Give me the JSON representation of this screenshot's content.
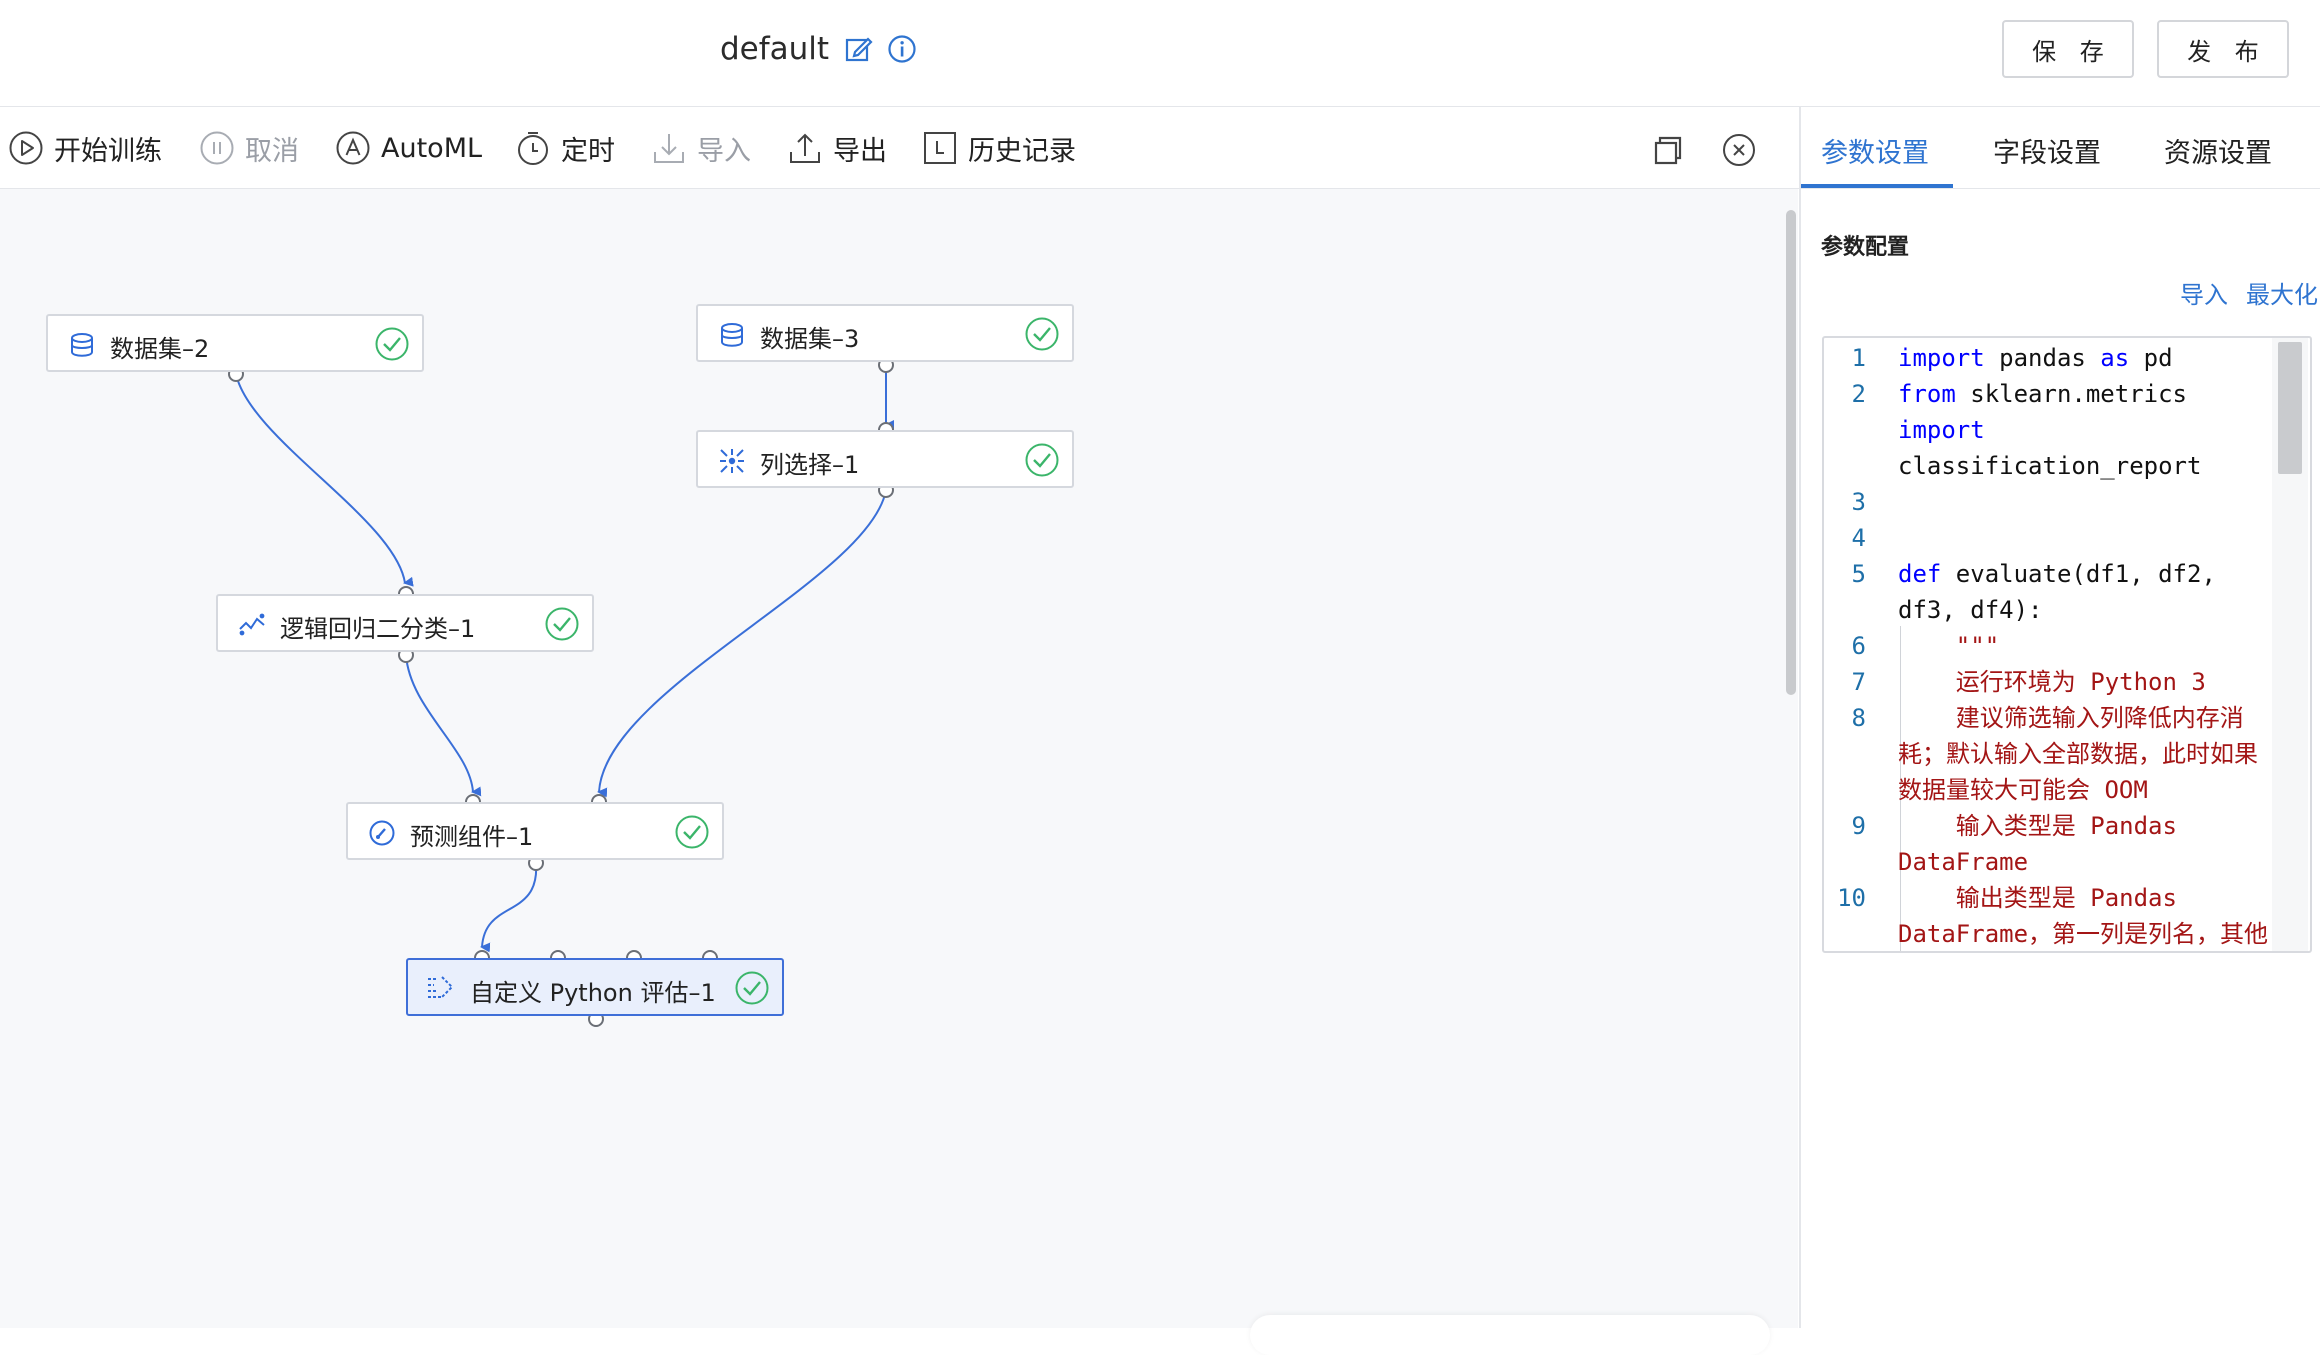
{
  "header": {
    "project_name": "default",
    "edit_icon": "edit-icon",
    "info_icon": "info-icon",
    "save_label": "保 存",
    "publish_label": "发 布"
  },
  "toolbar": {
    "items": [
      {
        "label": "开始训练",
        "icon": "play-circle-icon",
        "enabled": true
      },
      {
        "label": "取消",
        "icon": "pause-circle-icon",
        "enabled": false
      },
      {
        "label": "AutoML",
        "icon": "automl-icon",
        "enabled": true
      },
      {
        "label": "定时",
        "icon": "timer-icon",
        "enabled": true
      },
      {
        "label": "导入",
        "icon": "import-icon",
        "enabled": false
      },
      {
        "label": "导出",
        "icon": "export-icon",
        "enabled": true
      },
      {
        "label": "历史记录",
        "icon": "history-icon",
        "enabled": true
      }
    ],
    "right_icons": [
      "copy-icon",
      "close-circle-icon"
    ]
  },
  "canvas": {
    "nodes": [
      {
        "id": "ds2",
        "label": "数据集–2",
        "icon": "database-icon",
        "status": "success"
      },
      {
        "id": "ds3",
        "label": "数据集–3",
        "icon": "database-icon",
        "status": "success"
      },
      {
        "id": "colsel",
        "label": "列选择–1",
        "icon": "column-select-icon",
        "status": "success"
      },
      {
        "id": "logreg",
        "label": "逻辑回归二分类–1",
        "icon": "logistic-regression-icon",
        "status": "success"
      },
      {
        "id": "predict",
        "label": "预测组件–1",
        "icon": "predict-icon",
        "status": "success"
      },
      {
        "id": "pyeval",
        "label": "自定义 Python 评估–1",
        "icon": "python-eval-icon",
        "status": "success",
        "selected": true
      }
    ],
    "edges": [
      [
        "ds2",
        "logreg"
      ],
      [
        "ds3",
        "colsel"
      ],
      [
        "logreg",
        "predict"
      ],
      [
        "colsel",
        "predict"
      ],
      [
        "predict",
        "pyeval"
      ]
    ]
  },
  "panel": {
    "tabs": [
      {
        "label": "参数设置",
        "active": true
      },
      {
        "label": "字段设置",
        "active": false
      },
      {
        "label": "资源设置",
        "active": false
      }
    ],
    "section_title": "参数配置",
    "import_link": "导入",
    "maximize_link": "最大化",
    "code_lines": [
      {
        "n": "1",
        "parts": [
          {
            "t": "import",
            "c": "kw"
          },
          {
            "t": " pandas ",
            "c": ""
          },
          {
            "t": "as",
            "c": "kw"
          },
          {
            "t": " pd",
            "c": ""
          }
        ]
      },
      {
        "n": "2",
        "parts": [
          {
            "t": "from",
            "c": "kw"
          },
          {
            "t": " sklearn.metrics ",
            "c": ""
          },
          {
            "t": "import",
            "c": "kw"
          },
          {
            "t": " classification_report",
            "c": ""
          }
        ]
      },
      {
        "n": "3",
        "parts": []
      },
      {
        "n": "4",
        "parts": []
      },
      {
        "n": "5",
        "parts": [
          {
            "t": "def",
            "c": "kw"
          },
          {
            "t": " evaluate(df1, df2, df3, df4):",
            "c": ""
          }
        ]
      },
      {
        "n": "6",
        "parts": [
          {
            "t": "    \"\"\"",
            "c": "str"
          }
        ]
      },
      {
        "n": "7",
        "parts": [
          {
            "t": "    运行环境为 Python 3",
            "c": "str"
          }
        ]
      },
      {
        "n": "8",
        "parts": [
          {
            "t": "    建议筛选输入列降低内存消耗；默认输入全部数据，此时如果数据量较大可能会 OOM",
            "c": "str"
          }
        ]
      },
      {
        "n": "9",
        "parts": [
          {
            "t": "    输入类型是 Pandas DataFrame",
            "c": "str"
          }
        ]
      },
      {
        "n": "10",
        "parts": [
          {
            "t": "    输出类型是 Pandas DataFrame，第一列是列名，其他",
            "c": "str"
          }
        ]
      }
    ]
  },
  "colors": {
    "accent": "#2f74d0",
    "edge": "#3a6fd8",
    "success": "#3bb56a",
    "keyword": "#0000ff",
    "string": "#a31515"
  }
}
